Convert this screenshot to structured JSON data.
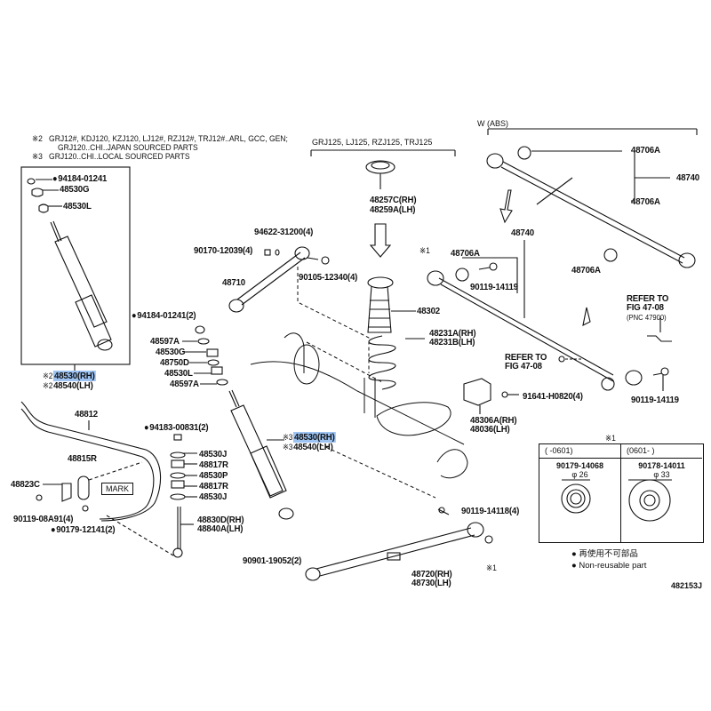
{
  "header_notes": [
    {
      "mark": "※2",
      "text": "GRJ12#, KDJ120, KZJ120, LJ12#, RZJ12#, TRJ12#..ARL, GCC, GEN;"
    },
    {
      "mark": "",
      "text": "GRJ120..CHI..JAPAN SOURCED PARTS"
    },
    {
      "mark": "※3",
      "text": "GRJ120..CHI..LOCAL SOURCED PARTS"
    }
  ],
  "group_headers": {
    "spring_group": "GRJ125, LJ125, RZJ125, TRJ125",
    "abs_group": "W (ABS)"
  },
  "callouts": {
    "p94184_01241_box": "94184-01241",
    "p48530G_box": "48530G",
    "p48530L_box": "48530L",
    "p48530_rh_box": "48530(RH)",
    "p48540_lh_box": "48540(LH)",
    "mark_2": "※2",
    "mark_3": "※3",
    "mark_1": "※1",
    "p94622_31200": "94622-31200(4)",
    "p90170_12039": "90170-12039(4)",
    "p90105_12340": "90105-12340(4)",
    "p48710": "48710",
    "p94184_01241_2": "94184-01241(2)",
    "p48597A_top": "48597A",
    "p48530G": "48530G",
    "p48750D": "48750D",
    "p48530L": "48530L",
    "p48597A_bottom": "48597A",
    "p48257C": "48257C(RH)",
    "p48259A": "48259A(LH)",
    "p48302": "48302",
    "p48231A": "48231A(RH)",
    "p48231B": "48231B(LH)",
    "p48706A_mid": "48706A",
    "p90119_14119_mid": "90119-14119",
    "p48740_mid": "48740",
    "p48706A_mid_right": "48706A",
    "p48706A_top": "48706A",
    "p48740_top": "48740",
    "p48706A_top2": "48706A",
    "refer_fig_1": "REFER TO",
    "refer_fig_1b": "FIG 47-08",
    "refer_pnc": "(PNC 47900)",
    "refer_fig_2": "REFER TO",
    "refer_fig_2b": "FIG 47-08",
    "p91641_h0820": "91641-H0820(4)",
    "p90119_14119_right": "90119-14119",
    "p48306A": "48306A(RH)",
    "p48036": "48036(LH)",
    "p48812": "48812",
    "p48815R": "48815R",
    "p48823C": "48823C",
    "mark_label": "MARK",
    "p90119_08A91": "90119-08A91(4)",
    "p90179_12141": "90179-12141(2)",
    "p94183_00831": "94183-00831(2)",
    "p48530J_top": "48530J",
    "p48817R_top": "48817R",
    "p48530P": "48530P",
    "p48817R_bottom": "48817R",
    "p48530J_bottom": "48530J",
    "p48830D": "48830D(RH)",
    "p48840A": "48840A(LH)",
    "p48530_rh_main": "48530(RH)",
    "p48540_lh_main": "48540(LH)",
    "p90901_19052": "90901-19052(2)",
    "p90119_14118": "90119-14118(4)",
    "p48720": "48720(RH)",
    "p48730": "48730(LH)"
  },
  "ref_table": {
    "title": "※1",
    "columns": [
      {
        "range": "(      -0601)",
        "part_no": "90179-14068",
        "diameter": "φ 26"
      },
      {
        "range": "(0601-      )",
        "part_no": "90178-14011",
        "diameter": "φ 33"
      }
    ]
  },
  "legend": {
    "jp": "再使用不可部品",
    "en": "Non-reusable part"
  },
  "figure_code": "482153J",
  "colors": {
    "highlight": "#9dc3f2",
    "ink": "#111111"
  }
}
